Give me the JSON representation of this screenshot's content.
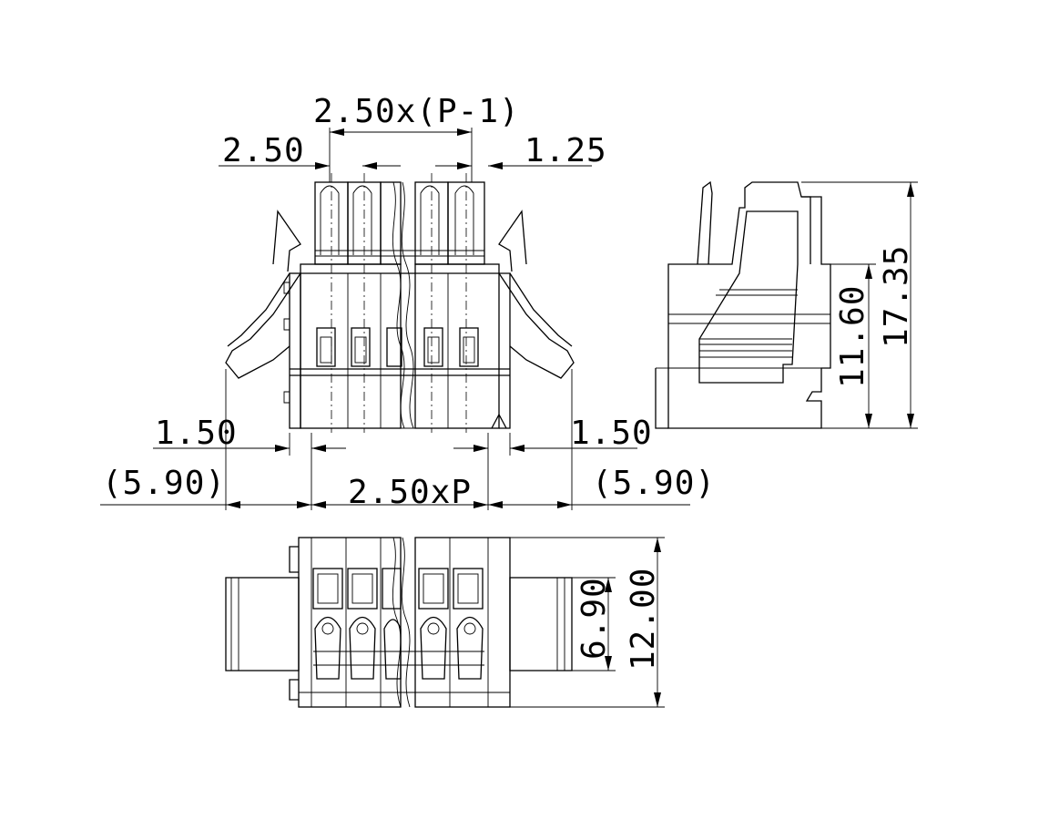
{
  "dimensions": {
    "pitch_span": "2.50x(P-1)",
    "pitch_left": "2.50",
    "offset_top_right": "1.25",
    "offset_left": "1.50",
    "offset_right": "1.50",
    "overhang_left": "(5.90)",
    "body_width": "2.50xP",
    "overhang_right": "(5.90)",
    "height_overall": "17.35",
    "height_body": "11.60",
    "depth_overall": "12.00",
    "depth_inner": "6.90"
  },
  "colors": {
    "line": "#000000",
    "background": "#ffffff"
  }
}
